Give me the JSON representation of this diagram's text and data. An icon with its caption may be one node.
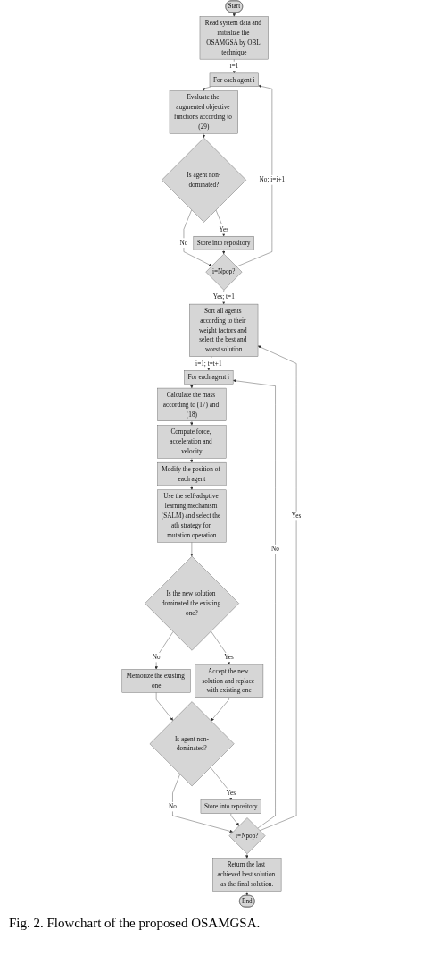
{
  "diagram": {
    "caption": "Fig. 2. Flowchart of the proposed OSAMGSA.",
    "nodes": [
      {
        "text": [
          "Start"
        ]
      },
      {
        "text": [
          "Read system data and initialize the OSAMGSA by OBL technique"
        ]
      },
      {
        "text": [
          "For each agent i"
        ]
      },
      {
        "text": [
          "Evaluate the augmented objective functions according to (29)"
        ]
      },
      {
        "text": [
          "Is agent non-dominated?"
        ]
      },
      {
        "text": [
          "Store into repository"
        ]
      },
      {
        "text": [
          "i=Npop?"
        ]
      },
      {
        "text": [
          "Sort all agents according to their weight factors and select the best and worst solution"
        ]
      },
      {
        "text": [
          "For each agent i"
        ]
      },
      {
        "text": [
          "Calculate the mass according to (17) and (18)"
        ]
      },
      {
        "text": [
          "Compute force, acceleration and velocity"
        ]
      },
      {
        "text": [
          "Modify the position of each agent"
        ]
      },
      {
        "text": [
          "Use the self-adaptive learning mechanism (SALM) and select the ath strategy for mutation operation"
        ]
      },
      {
        "text": [
          "Is the new solution dominated the existing one?"
        ]
      },
      {
        "text": [
          "Memorize the existing one"
        ]
      },
      {
        "text": [
          "Accept the new solution and replace with existing one"
        ]
      },
      {
        "text": [
          "Is agent non-dominated?"
        ]
      },
      {
        "text": [
          "Store into repository"
        ]
      },
      {
        "text": [
          "i=Npop?"
        ]
      },
      {
        "text": [
          "Return the last achieved best solution as the final solution."
        ]
      },
      {
        "text": [
          "End"
        ]
      }
    ],
    "edges": [
      {
        "from": 0,
        "to": 1,
        "arrow": "to"
      },
      {
        "from": 1,
        "to": 2,
        "arrow": "to",
        "label": "i=1"
      },
      {
        "from": 2,
        "to": 3,
        "arrow": "to"
      },
      {
        "from": 3,
        "to": 4,
        "arrow": "to"
      },
      {
        "from": 4,
        "to": 5,
        "arrow": "to",
        "label": "Yes"
      },
      {
        "from": 4,
        "to": 6,
        "arrow": "to",
        "label": "No"
      },
      {
        "from": 5,
        "to": 6,
        "arrow": "to"
      },
      {
        "from": 6,
        "to": 2,
        "arrow": "to",
        "label": "No; i=i+1"
      },
      {
        "from": 6,
        "to": 7,
        "arrow": "to",
        "label": "Yes; t=1"
      },
      {
        "from": 7,
        "to": 8,
        "arrow": "to",
        "label": "i=1; t=t+1"
      },
      {
        "from": 8,
        "to": 9,
        "arrow": "to"
      },
      {
        "from": 9,
        "to": 10,
        "arrow": "to"
      },
      {
        "from": 10,
        "to": 11,
        "arrow": "to"
      },
      {
        "from": 11,
        "to": 12,
        "arrow": "to"
      },
      {
        "from": 12,
        "to": 13,
        "arrow": "to"
      },
      {
        "from": 13,
        "to": 14,
        "arrow": "to",
        "label": "No"
      },
      {
        "from": 13,
        "to": 15,
        "arrow": "to",
        "label": "Yes"
      },
      {
        "from": 14,
        "to": 16,
        "arrow": "to"
      },
      {
        "from": 15,
        "to": 16,
        "arrow": "to"
      },
      {
        "from": 16,
        "to": 17,
        "arrow": "to",
        "label": "Yes"
      },
      {
        "from": 16,
        "to": 18,
        "arrow": "to",
        "label": "No"
      },
      {
        "from": 17,
        "to": 18,
        "arrow": "to"
      },
      {
        "from": 18,
        "to": 8,
        "arrow": "to",
        "label": "No"
      },
      {
        "from": 18,
        "to": 7,
        "arrow": "to",
        "label": "Yes"
      },
      {
        "from": 18,
        "to": 19,
        "arrow": "to"
      },
      {
        "from": 19,
        "to": 20,
        "arrow": "to"
      }
    ]
  }
}
